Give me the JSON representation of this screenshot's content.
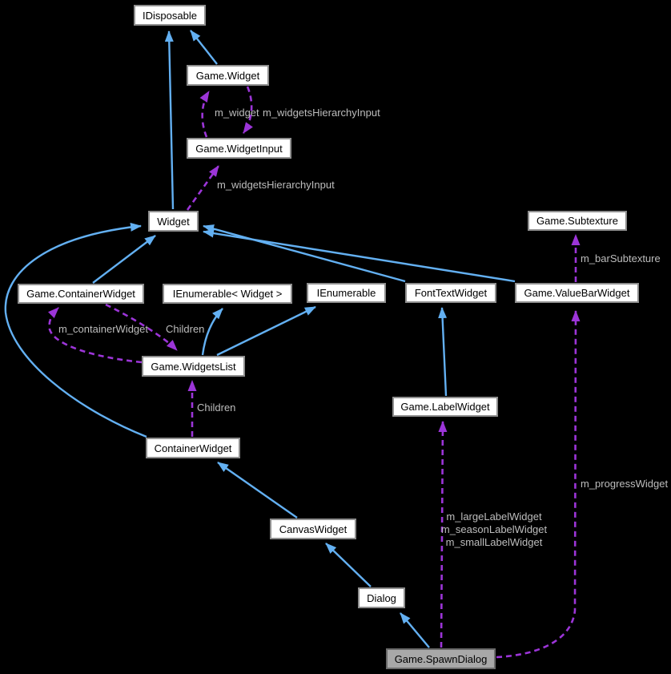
{
  "nodes": {
    "idisposable": {
      "label": "IDisposable"
    },
    "game_widget": {
      "label": "Game.Widget"
    },
    "game_widgetinput": {
      "label": "Game.WidgetInput"
    },
    "widget": {
      "label": "Widget"
    },
    "game_subtexture": {
      "label": "Game.Subtexture"
    },
    "game_containerwidget": {
      "label": "Game.ContainerWidget"
    },
    "ienumerable_widget": {
      "label": "IEnumerable< Widget >"
    },
    "ienumerable": {
      "label": "IEnumerable"
    },
    "fonttextwidget": {
      "label": "FontTextWidget"
    },
    "game_valuebarwidget": {
      "label": "Game.ValueBarWidget"
    },
    "game_widgetslist": {
      "label": "Game.WidgetsList"
    },
    "game_labelwidget": {
      "label": "Game.LabelWidget"
    },
    "containerwidget": {
      "label": "ContainerWidget"
    },
    "canvaswidget": {
      "label": "CanvasWidget"
    },
    "dialog": {
      "label": "Dialog"
    },
    "game_spawndialog": {
      "label": "Game.SpawnDialog"
    }
  },
  "edge_labels": {
    "m_widget": "m_widget",
    "m_widgets_hierarchy_input_top": "m_widgetsHierarchyInput",
    "m_widgets_hierarchy_input_mid": "m_widgetsHierarchyInput",
    "m_container_widget": "m_containerWidget",
    "children_upper": "Children",
    "children_lower": "Children",
    "m_bar_subtexture": "m_barSubtexture",
    "m_progress_widget": "m_progressWidget",
    "spawn_members": [
      "m_largeLabelWidget",
      "m_seasonLabelWidget",
      "m_smallLabelWidget"
    ]
  },
  "colors": {
    "background": "#000000",
    "inheritance_edge": "#63b0f2",
    "usage_edge": "#9c35d8",
    "edge_label_text": "#bdbdbd",
    "node_fill": "#ffffff",
    "node_border": "#8f8f8f",
    "node_text": "#000000",
    "highlight_fill": "#a8a8a8",
    "highlight_border": "#6b6b6b"
  }
}
